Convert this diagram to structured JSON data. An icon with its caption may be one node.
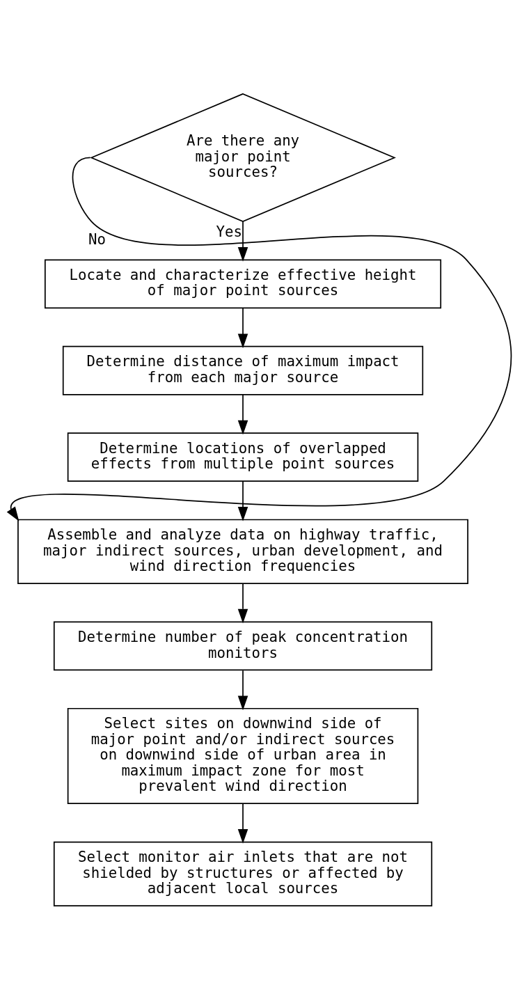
{
  "diagram": {
    "nodes": [
      {
        "text": [
          "Are there any major point sources?"
        ]
      },
      {
        "text": [
          "Locate and characterize effective height of major point sources"
        ]
      },
      {
        "text": [
          "Determine distance of maximum impact from each major source"
        ]
      },
      {
        "text": [
          "Determine locations of overlapped effects from multiple point sources"
        ]
      },
      {
        "text": [
          "Assemble and analyze data on highway traffic, major indirect sources, urban development, and wind direction frequencies"
        ]
      },
      {
        "text": [
          "Determine number of peak concentration monitors"
        ]
      },
      {
        "text": [
          "Select sites on downwind side of major point and/or indirect sources on downwind side of urban area in maximum impact zone for most prevalent wind direction"
        ]
      },
      {
        "text": [
          "Select monitor air inlets that are not shielded by structures or affected by adjacent local sources"
        ]
      }
    ],
    "edges": [
      {
        "from": 0,
        "to": 1,
        "arrow": "to",
        "label": "Yes"
      },
      {
        "from": 1,
        "to": 2,
        "arrow": "to"
      },
      {
        "from": 2,
        "to": 3,
        "arrow": "to"
      },
      {
        "from": 3,
        "to": 4,
        "arrow": "to"
      },
      {
        "from": 0,
        "to": 4,
        "arrow": "to",
        "label": "No"
      },
      {
        "from": 4,
        "to": 5,
        "arrow": "to"
      },
      {
        "from": 5,
        "to": 6,
        "arrow": "to"
      },
      {
        "from": 6,
        "to": 7,
        "arrow": "to"
      }
    ]
  }
}
